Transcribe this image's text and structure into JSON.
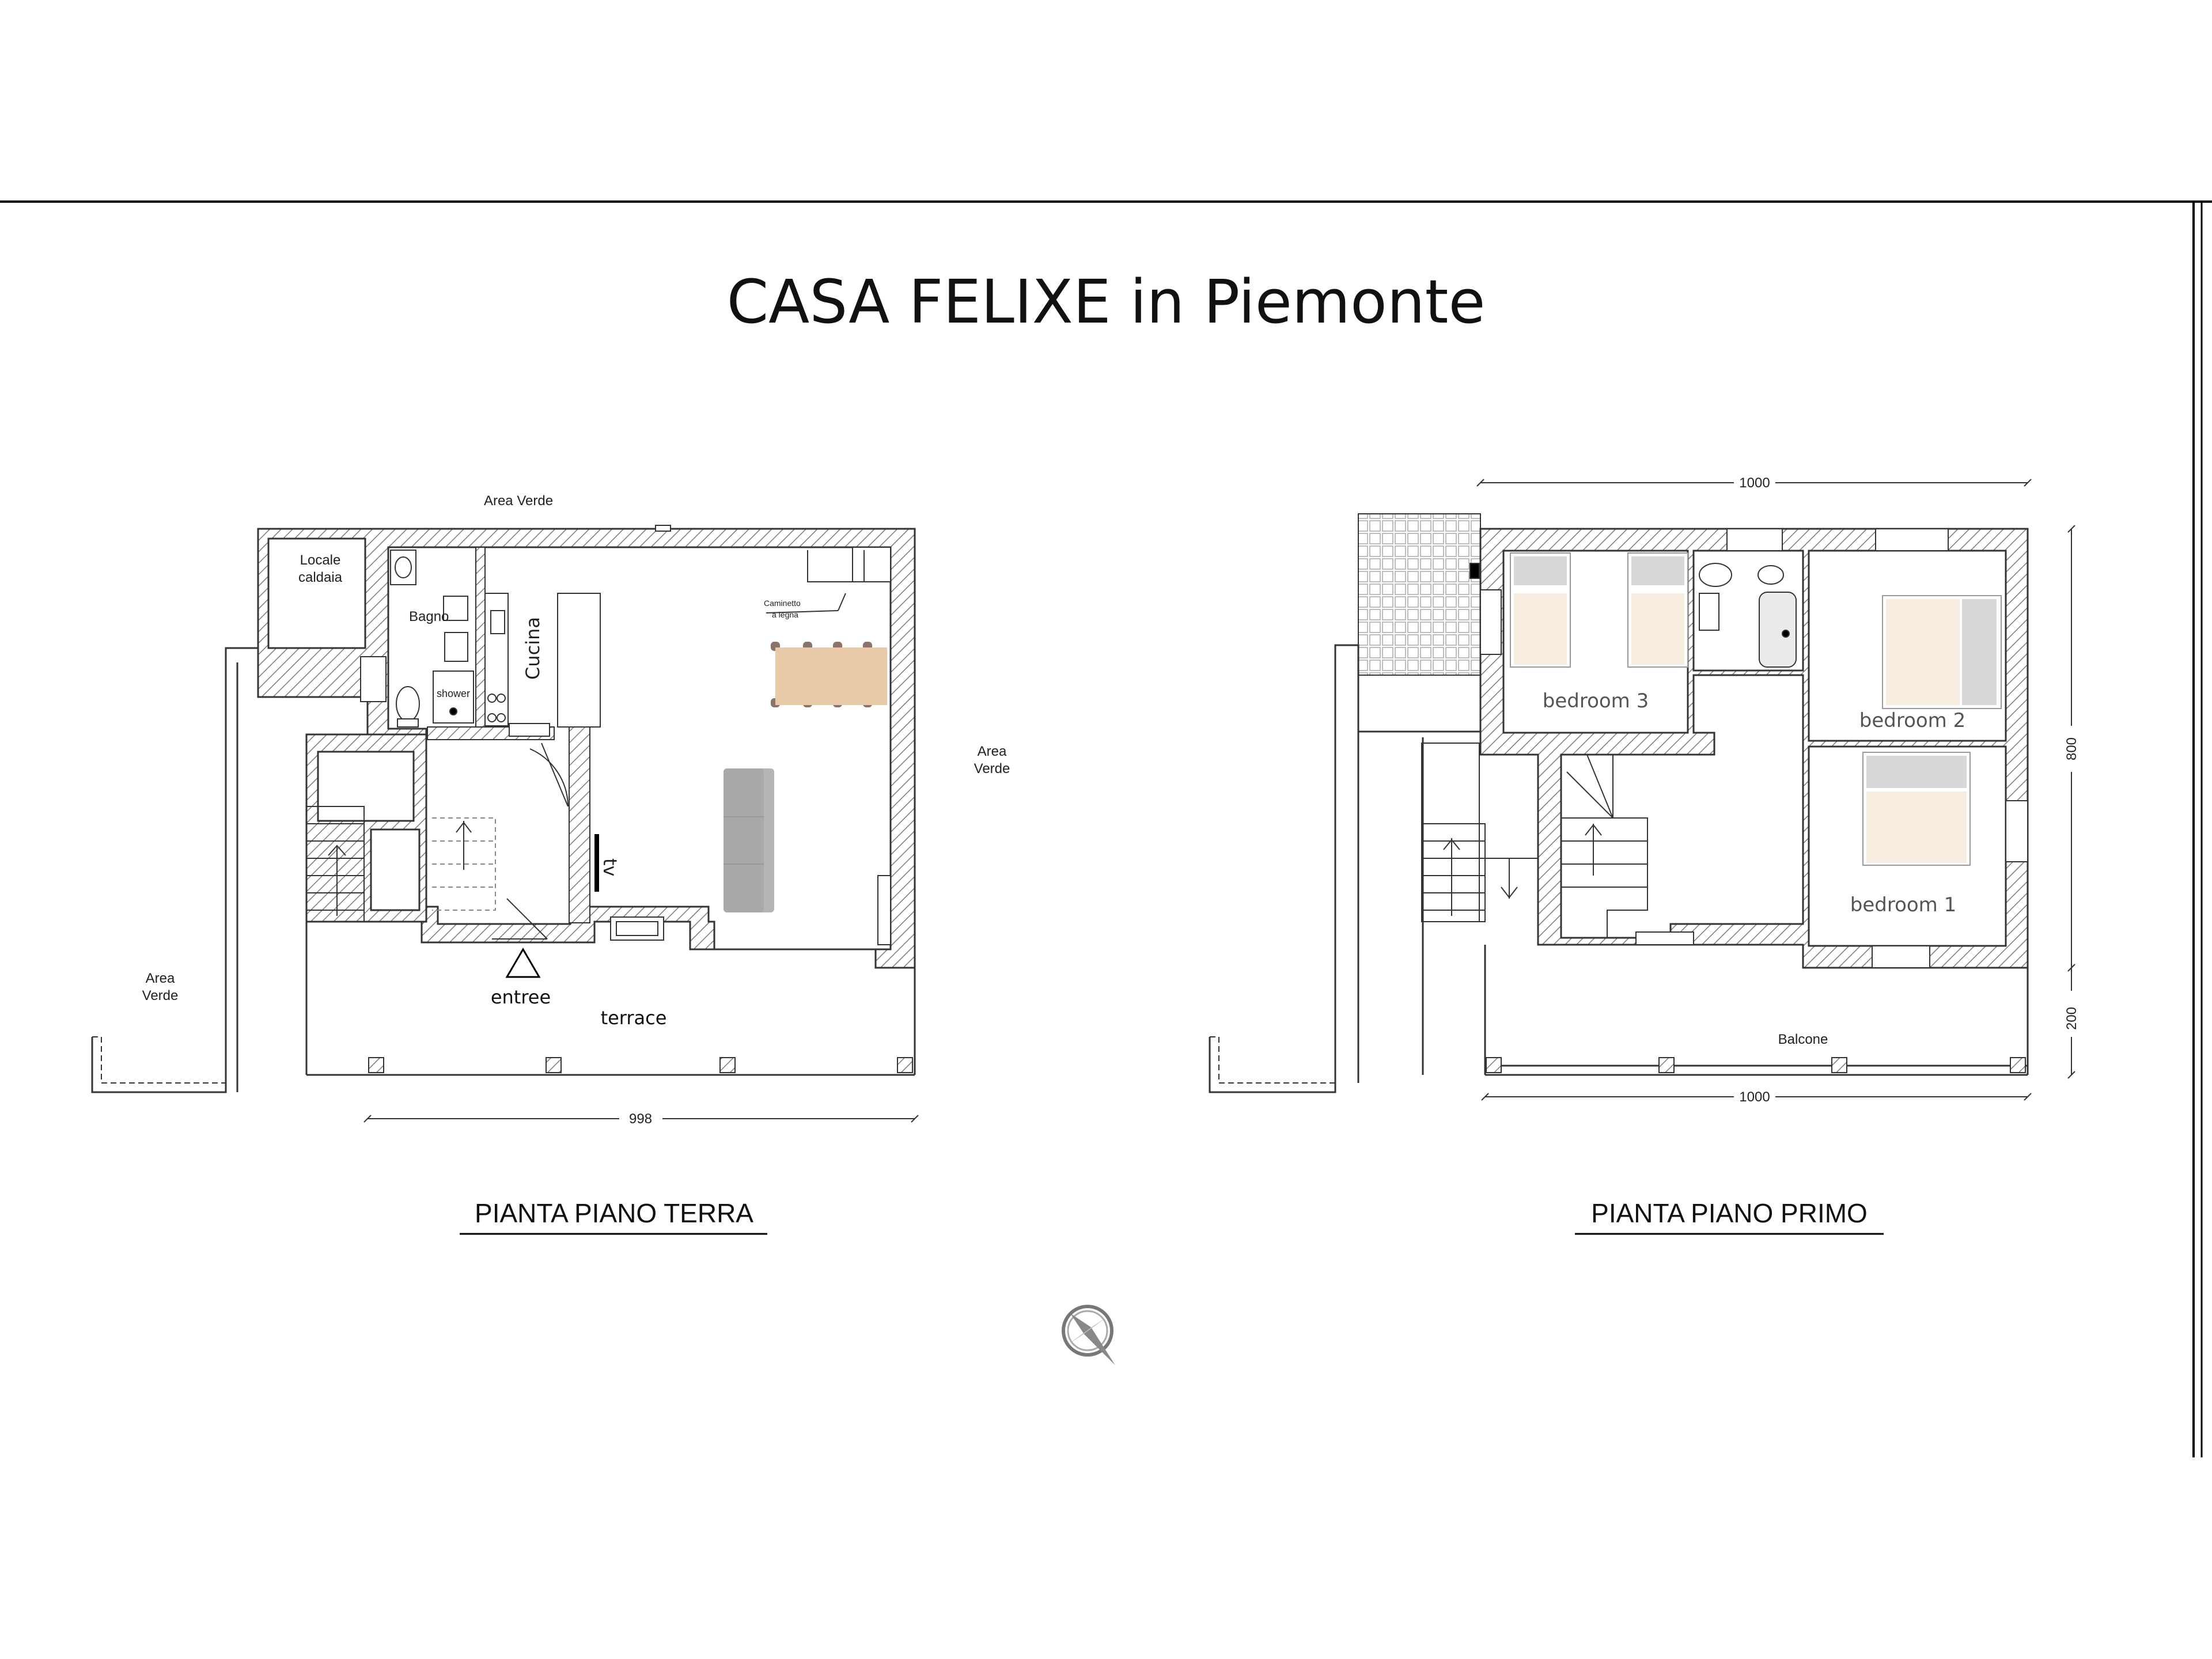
{
  "title": "CASA FELIXE in Piemonte",
  "ground_floor": {
    "caption": "PIANTA PIANO TERRA",
    "labels": {
      "area_verde_top": "Area Verde",
      "area_verde_right_1": "Area",
      "area_verde_right_2": "Verde",
      "area_verde_left_1": "Area",
      "area_verde_left_2": "Verde",
      "locale_1": "Locale",
      "locale_2": "caldaia",
      "bagno": "Bagno",
      "cucina": "Cucina",
      "caminetto_1": "Caminetto",
      "caminetto_2": "a legna",
      "shower": "shower",
      "tv": "tv",
      "entree": "entree",
      "terrace": "terrace"
    },
    "dimension": "998"
  },
  "first_floor": {
    "caption": "PIANTA PIANO PRIMO",
    "labels": {
      "bedroom_3": "bedroom 3",
      "bedroom_2": "bedroom 2",
      "bedroom_1": "bedroom 1",
      "balcone": "Balcone"
    },
    "dimensions": {
      "top": "1000",
      "bottom": "1000",
      "right_main": "800",
      "right_balcony": "200"
    }
  },
  "compass": {
    "icon": "compass-rose-icon"
  },
  "colors": {
    "wall_hatch": "#7a7a7a",
    "table": "#e8c9a8",
    "chairs": "#8a7468",
    "sofa": "#b5b5b5",
    "bed_sheet": "#f6ecdf",
    "bed_pillow": "#d8d8d8"
  }
}
